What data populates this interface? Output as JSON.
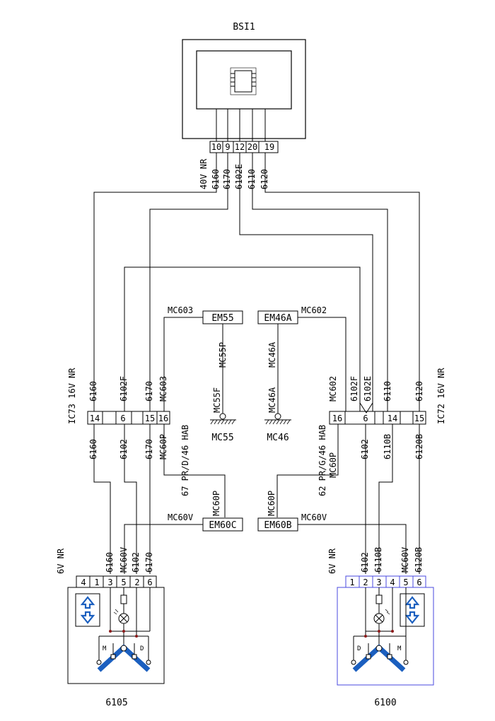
{
  "bsi": {
    "title": "BSI1",
    "pins": [
      "10",
      "9",
      "12",
      "20",
      "19"
    ],
    "wires": [
      "40V NR",
      "6160",
      "6170",
      "6102E",
      "6110",
      "6120"
    ]
  },
  "mid_left_box": {
    "label": "EM55",
    "wire_top": "MC603",
    "wire_vertical_top": "MC55P",
    "wire_vertical_bottom": "MC55F",
    "ground": "MC55"
  },
  "mid_right_box": {
    "label": "EM46A",
    "wire_top": "MC602",
    "wire_vertical_top": "MC46A",
    "wire_vertical_bottom": "MC46A",
    "ground": "MC46"
  },
  "left_connector": {
    "name": "IC73 16V NR",
    "pins": [
      "14",
      "6",
      "",
      "15",
      "16"
    ],
    "top_wires": [
      "6160",
      "6102F",
      "6170",
      "MC603"
    ],
    "bottom_wires": [
      "6160",
      "6102",
      "6170",
      "MC60P"
    ],
    "side_label": "67 PR/D/46 HAB"
  },
  "right_connector": {
    "name": "IC72 16V NR",
    "pins": [
      "16",
      "6",
      "",
      "14",
      "15"
    ],
    "top_wires": [
      "MC602",
      "6102F",
      "6102E",
      "6110",
      "6120"
    ],
    "bottom_wires": [
      "MC60P",
      "6102",
      "6110B",
      "6120B"
    ],
    "side_label": "62 PR/G/46 HAB"
  },
  "em60c": {
    "label": "EM60C",
    "wire_left": "MC60V",
    "wire_vertical": "MC60P"
  },
  "em60b": {
    "label": "EM60B",
    "wire_right": "MC60V",
    "wire_vertical": "MC60P"
  },
  "left_module": {
    "connector": "6V NR",
    "pins": [
      "4",
      "1",
      "3",
      "5",
      "2",
      "6"
    ],
    "wires": [
      "6160",
      "MC60V",
      "6102",
      "6170"
    ],
    "motor_labels": [
      "M",
      "D"
    ],
    "name": "6105"
  },
  "right_module": {
    "connector": "6V NR",
    "pins": [
      "1",
      "2",
      "3",
      "4",
      "5",
      "6"
    ],
    "wires": [
      "6102",
      "6110B",
      "MC60V",
      "6120B"
    ],
    "motor_labels": [
      "D",
      "M"
    ],
    "name": "6100"
  },
  "colors": {
    "wire": "#000000",
    "accent": "#1b5fbf",
    "frame_blue": "#4a4adf"
  }
}
